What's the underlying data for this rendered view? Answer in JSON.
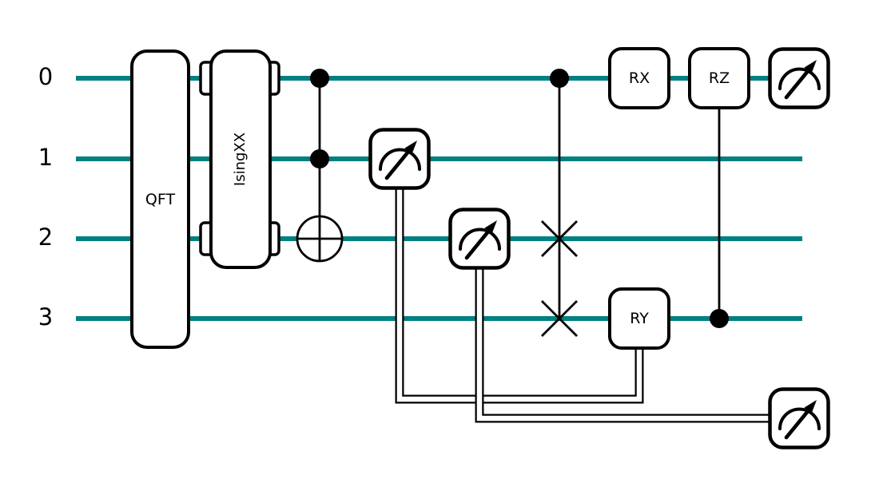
{
  "diagram": {
    "type": "quantum-circuit",
    "num_wires": 4,
    "wire_labels": [
      "0",
      "1",
      "2",
      "3"
    ],
    "colors": {
      "wire": "#008080",
      "ink": "#000000",
      "background": "#ffffff"
    },
    "gates": {
      "qft": {
        "label": "QFT",
        "wires": [
          0,
          1,
          2,
          3
        ]
      },
      "isingxx": {
        "label": "IsingXX",
        "wires": [
          0,
          2
        ]
      },
      "toffoli": {
        "controls": [
          0,
          1
        ],
        "target": 2
      },
      "measure_mid_wire1": {
        "kind": "mid-circuit-measurement",
        "wire": 1
      },
      "measure_mid_wire2": {
        "kind": "mid-circuit-measurement",
        "wire": 2
      },
      "cswap": {
        "control": 0,
        "swap_wires": [
          2,
          3
        ]
      },
      "rx": {
        "label": "RX",
        "wire": 0
      },
      "ry": {
        "label": "RY",
        "wire": 3,
        "classically_controlled_by": "measurement-of-wire-1"
      },
      "crz": {
        "label": "RZ",
        "target": 0,
        "control": 3
      },
      "measure_final_wire0": {
        "kind": "terminal-measurement",
        "wire": 0
      },
      "measure_terminal_classical": {
        "kind": "terminal-measurement",
        "source": "measurement-of-wire-2"
      }
    }
  }
}
